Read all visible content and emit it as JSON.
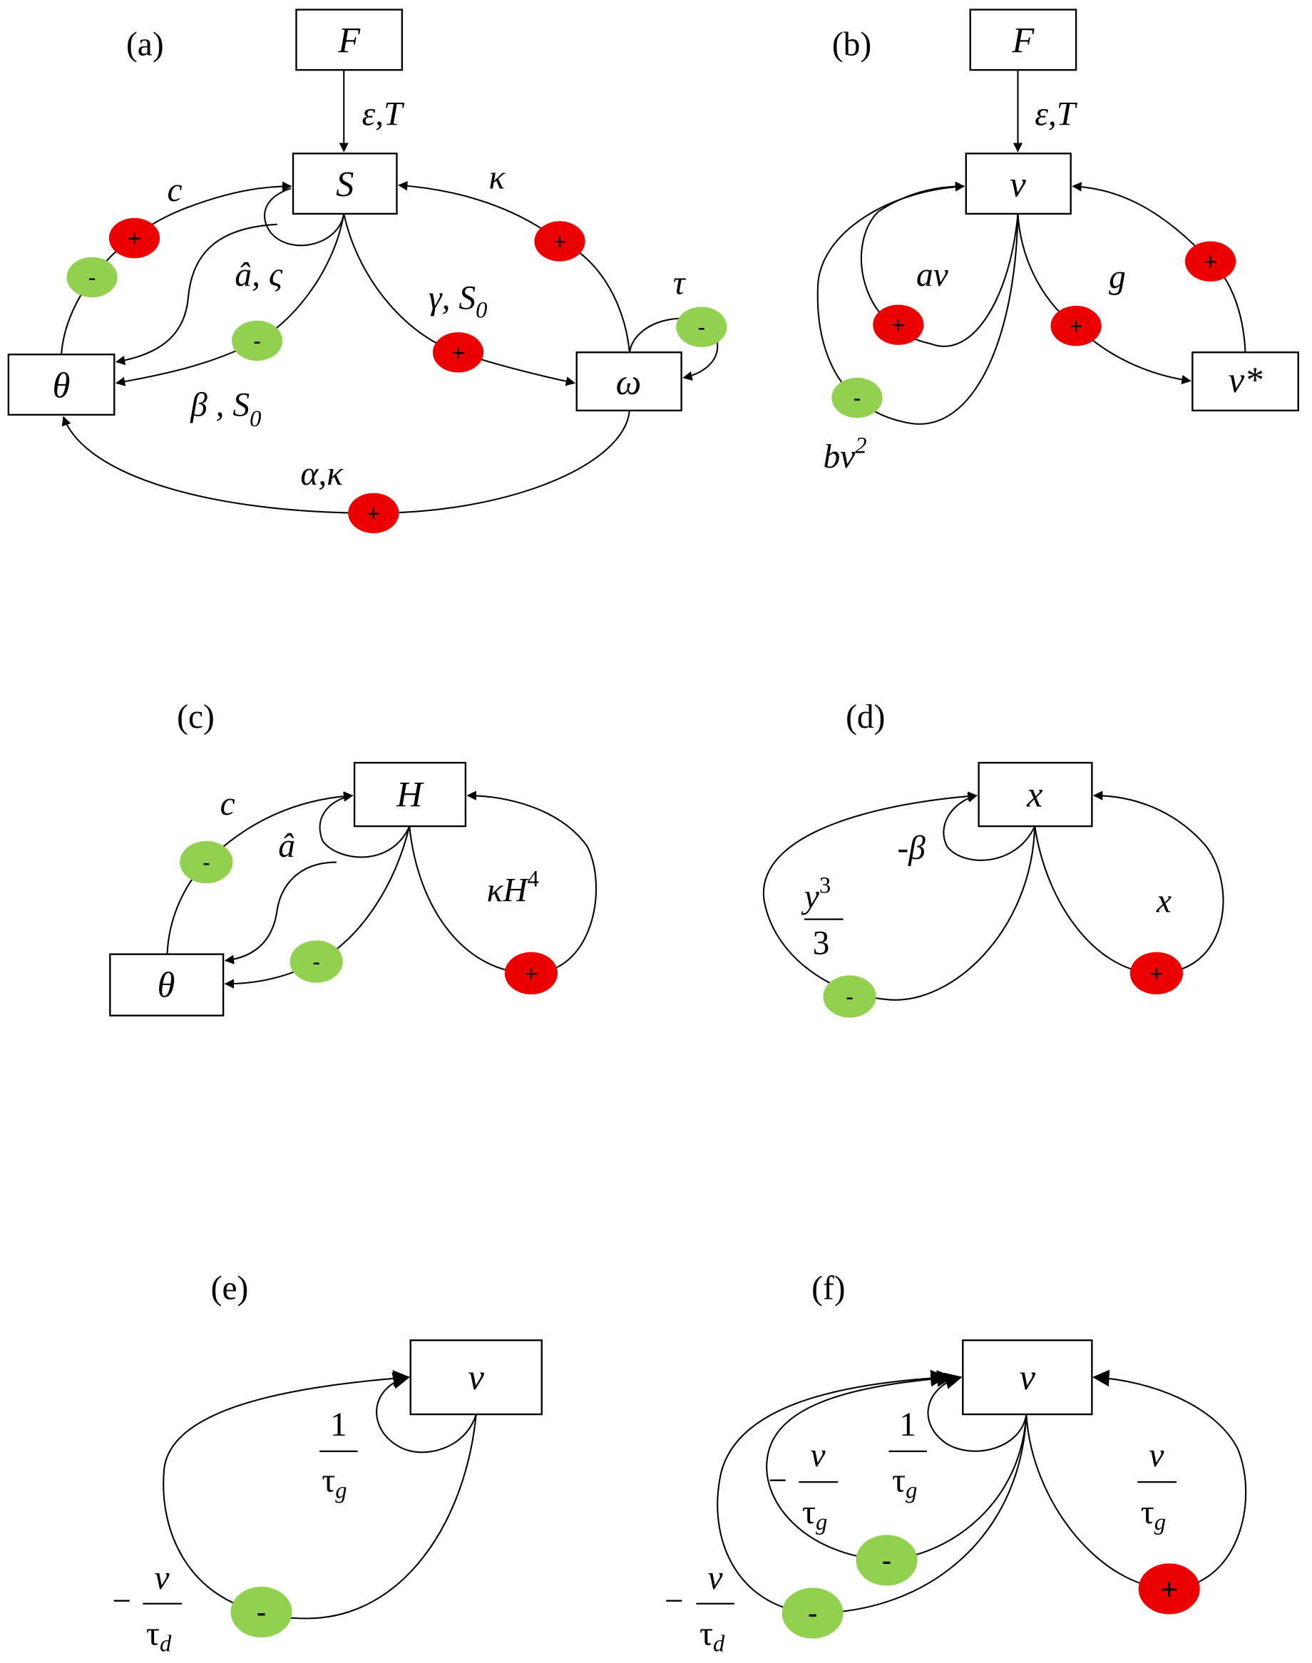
{
  "colors": {
    "positive": "#ee0000",
    "negative": "#92d050",
    "line": "#000000"
  },
  "panels": {
    "a": {
      "label": "(a)",
      "nodes": {
        "F": "F",
        "S": "S",
        "theta": "θ",
        "omega": "ω"
      },
      "edge_labels": {
        "eps_T": "ε,T",
        "c": "c",
        "a_hat": "â, ς",
        "beta": "β , S",
        "beta_sub": "0",
        "gamma": "γ, S",
        "gamma_sub": "0",
        "kappa": "κ",
        "tau": "τ",
        "alpha_kappa": "α,κ"
      },
      "signs": [
        "+",
        "-",
        "-",
        "+",
        "+",
        "-",
        "+"
      ]
    },
    "b": {
      "label": "(b)",
      "nodes": {
        "F": "F",
        "v": "v",
        "v_star": "v*"
      },
      "edge_labels": {
        "eps_T": "ε,T",
        "av": "av",
        "g": "g",
        "bv": "bv",
        "bv_sup": "2"
      },
      "signs": [
        "+",
        "-",
        "+",
        "+"
      ]
    },
    "c": {
      "label": "(c)",
      "nodes": {
        "H": "H",
        "theta": "θ"
      },
      "edge_labels": {
        "c": "c",
        "a_hat": "â",
        "kappaH": "κH",
        "kappaH_sup": "4"
      },
      "signs": [
        "-",
        "-",
        "+"
      ]
    },
    "d": {
      "label": "(d)",
      "nodes": {
        "x": "x"
      },
      "edge_labels": {
        "minus_beta": "-β",
        "y_num": "y",
        "y_sup": "3",
        "y_den": "3",
        "x": "x"
      },
      "signs": [
        "-",
        "+"
      ]
    },
    "e": {
      "label": "(e)",
      "nodes": {
        "v": "v"
      },
      "edge_labels": {
        "one": "1",
        "tau_g": "τ",
        "tau_g_sub": "g",
        "minus": "−",
        "v_num": "v",
        "tau_d": "τ",
        "tau_d_sub": "d"
      },
      "signs": [
        "-"
      ]
    },
    "f": {
      "label": "(f)",
      "nodes": {
        "v": "v"
      },
      "edge_labels": {
        "one": "1",
        "tau_g": "τ",
        "tau_g_sub": "g",
        "minus1": "−",
        "v_num1": "v",
        "tau_g1": "τ",
        "tau_g1_sub": "g",
        "minus2": "−",
        "v_num2": "v",
        "tau_d": "τ",
        "tau_d_sub": "d",
        "v_num3": "v",
        "tau_g3": "τ",
        "tau_g3_sub": "g"
      },
      "signs": [
        "-",
        "-",
        "+"
      ]
    }
  }
}
